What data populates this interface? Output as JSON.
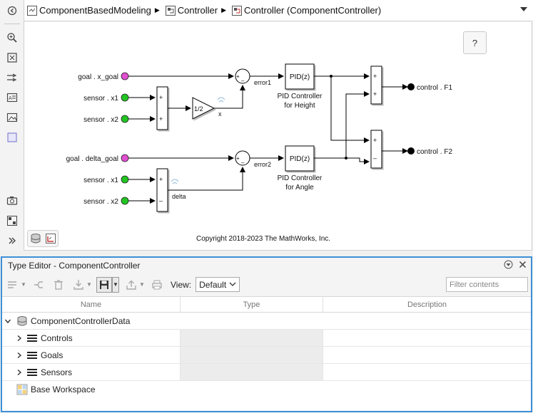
{
  "breadcrumb": {
    "items": [
      "ComponentBasedModeling",
      "Controller",
      "Controller (ComponentController)"
    ]
  },
  "canvas": {
    "help_label": "?",
    "copyright": "Copyright 2018-2023 The MathWorks, Inc."
  },
  "diagram": {
    "inports": [
      "goal . x_goal",
      "sensor . x1",
      "sensor . x2",
      "goal . delta_goal",
      "sensor . x1",
      "sensor . x2"
    ],
    "outports": [
      "control . F1",
      "control . F2"
    ],
    "gain_label": "1/2",
    "pid_block_label": "PID(z)",
    "pid_height_name": [
      "PID Controller",
      "for Height"
    ],
    "pid_angle_name": [
      "PID Controller",
      "for Angle"
    ],
    "signals": {
      "error1": "error1",
      "error2": "error2",
      "x": "x",
      "delta": "delta"
    },
    "plus": "+",
    "minus": "–",
    "minus_port": "–"
  },
  "editor": {
    "title": "Type Editor - ComponentController",
    "view_label": "View:",
    "view_value": "Default",
    "filter_placeholder": "Filter contents",
    "columns": [
      "Name",
      "Type",
      "Description"
    ],
    "rows": {
      "root": "ComponentControllerData",
      "controls": "Controls",
      "goals": "Goals",
      "sensors": "Sensors",
      "base": "Base Workspace"
    }
  },
  "colors": {
    "goal_port": "#e04fd0",
    "sensor_port": "#22c422",
    "editor_border": "#3d8fd6"
  }
}
